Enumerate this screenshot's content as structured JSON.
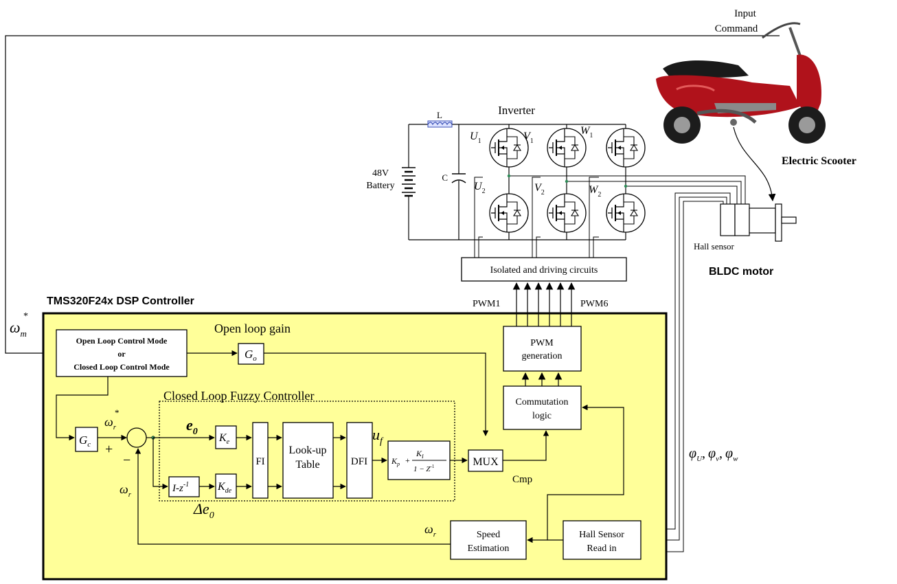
{
  "labels": {
    "input_command_1": "Input",
    "input_command_2": "Command",
    "electric_scooter": "Electric Scooter",
    "inverter": "Inverter",
    "battery_1": "48V",
    "battery_2": "Battery",
    "inductor": "L",
    "capacitor": "C",
    "hall_sensor": "Hall sensor",
    "bldc_motor": "BLDC motor",
    "isolated_driving": "Isolated and driving circuits",
    "controller_title": "TMS320F24x DSP Controller",
    "pwm1": "PWM1",
    "pwm6": "PWM6",
    "open_loop_gain": "Open loop gain",
    "closed_loop_fuzzy": "Closed Loop Fuzzy Controller",
    "cmp": "Cmp"
  },
  "blocks": {
    "mode_1": "Open Loop Control Mode",
    "mode_2": "or",
    "mode_3": "Closed Loop Control Mode",
    "pwm_gen_1": "PWM",
    "pwm_gen_2": "generation",
    "commutation_1": "Commutation",
    "commutation_2": "logic",
    "fi": "FI",
    "lookup_1": "Look-up",
    "lookup_2": "Table",
    "dfi": "DFI",
    "mux": "MUX",
    "speed_est_1": "Speed",
    "speed_est_2": "Estimation",
    "hall_read_1": "Hall Sensor",
    "hall_read_2": "Read in"
  },
  "math": {
    "omega": "ω",
    "sub_m": "m",
    "sub_r": "r",
    "star": "*",
    "G": "G",
    "sub_o": "o",
    "sub_c": "c",
    "K": "K",
    "sub_e": "e",
    "sub_de": "de",
    "e0": "e",
    "zero": "0",
    "delta_e0": "Δe",
    "u": "u",
    "sub_f": "f",
    "plus": "+",
    "minus": "−",
    "one_minus_z": "I-z",
    "neg_one": "-1",
    "Kp": "K",
    "sub_p": "p",
    "KI": "K",
    "sub_I": "I",
    "denominator": "1 − Z",
    "U1": "U",
    "V1": "V",
    "W1": "W",
    "U2": "U",
    "V2": "V",
    "W2": "W",
    "one": "1",
    "two": "2",
    "phi": "φ",
    "sub_U": "U",
    "sub_v": "v",
    "sub_w": "w",
    "comma": ","
  },
  "colors": {
    "controller_fill": "#ffff99",
    "line": "#000000",
    "scooter_body": "#b0121b",
    "junction_dot": "#2e8b57"
  }
}
